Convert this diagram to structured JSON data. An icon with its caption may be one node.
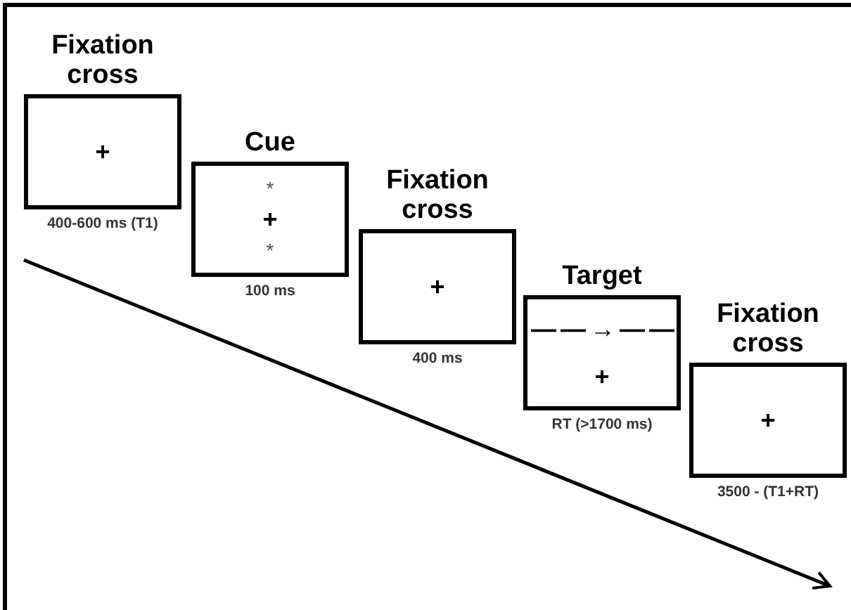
{
  "diagram": {
    "nodes": [
      {
        "text": [
          "Fixation cross",
          "+"
        ],
        "beside": [
          "400-600 ms (T1)"
        ]
      },
      {
        "text": [
          "Cue",
          "*",
          "+",
          "*"
        ],
        "beside": [
          "100 ms"
        ]
      },
      {
        "text": [
          "Fixation cross",
          "+"
        ],
        "beside": [
          "400 ms"
        ]
      },
      {
        "text": [
          "Target",
          "— — → — —",
          "+"
        ],
        "beside": [
          "RT (>1700 ms)"
        ]
      },
      {
        "text": [
          "Fixation cross",
          "+"
        ],
        "beside": [
          "3500 - (T1+RT)"
        ]
      }
    ],
    "edges": []
  }
}
